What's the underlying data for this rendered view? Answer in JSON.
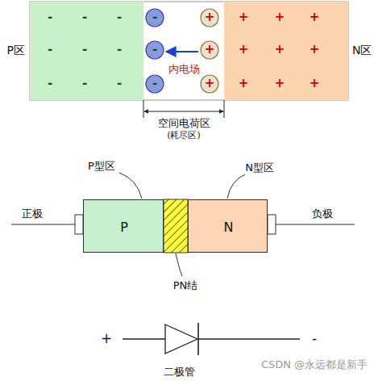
{
  "diagram": {
    "nodes": [
      {
        "text": [
          "P区"
        ]
      },
      {
        "text": [
          "N区"
        ]
      },
      {
        "text": [
          "P"
        ]
      },
      {
        "text": [
          "N"
        ]
      }
    ],
    "labels": [
      "-",
      "-",
      "-",
      "-",
      "+",
      "+",
      "+",
      "+",
      "-",
      "-",
      "-",
      "-",
      "+",
      "+",
      "+",
      "+",
      "-",
      "-",
      "-",
      "-",
      "+",
      "+",
      "+",
      "+",
      "内电场",
      "空间电荷区",
      "(耗尽区)",
      "P型区",
      "N型区",
      "正极",
      "负极",
      "PN结",
      "+",
      "-",
      "二极管",
      "CSDN @永远都是新手"
    ]
  }
}
